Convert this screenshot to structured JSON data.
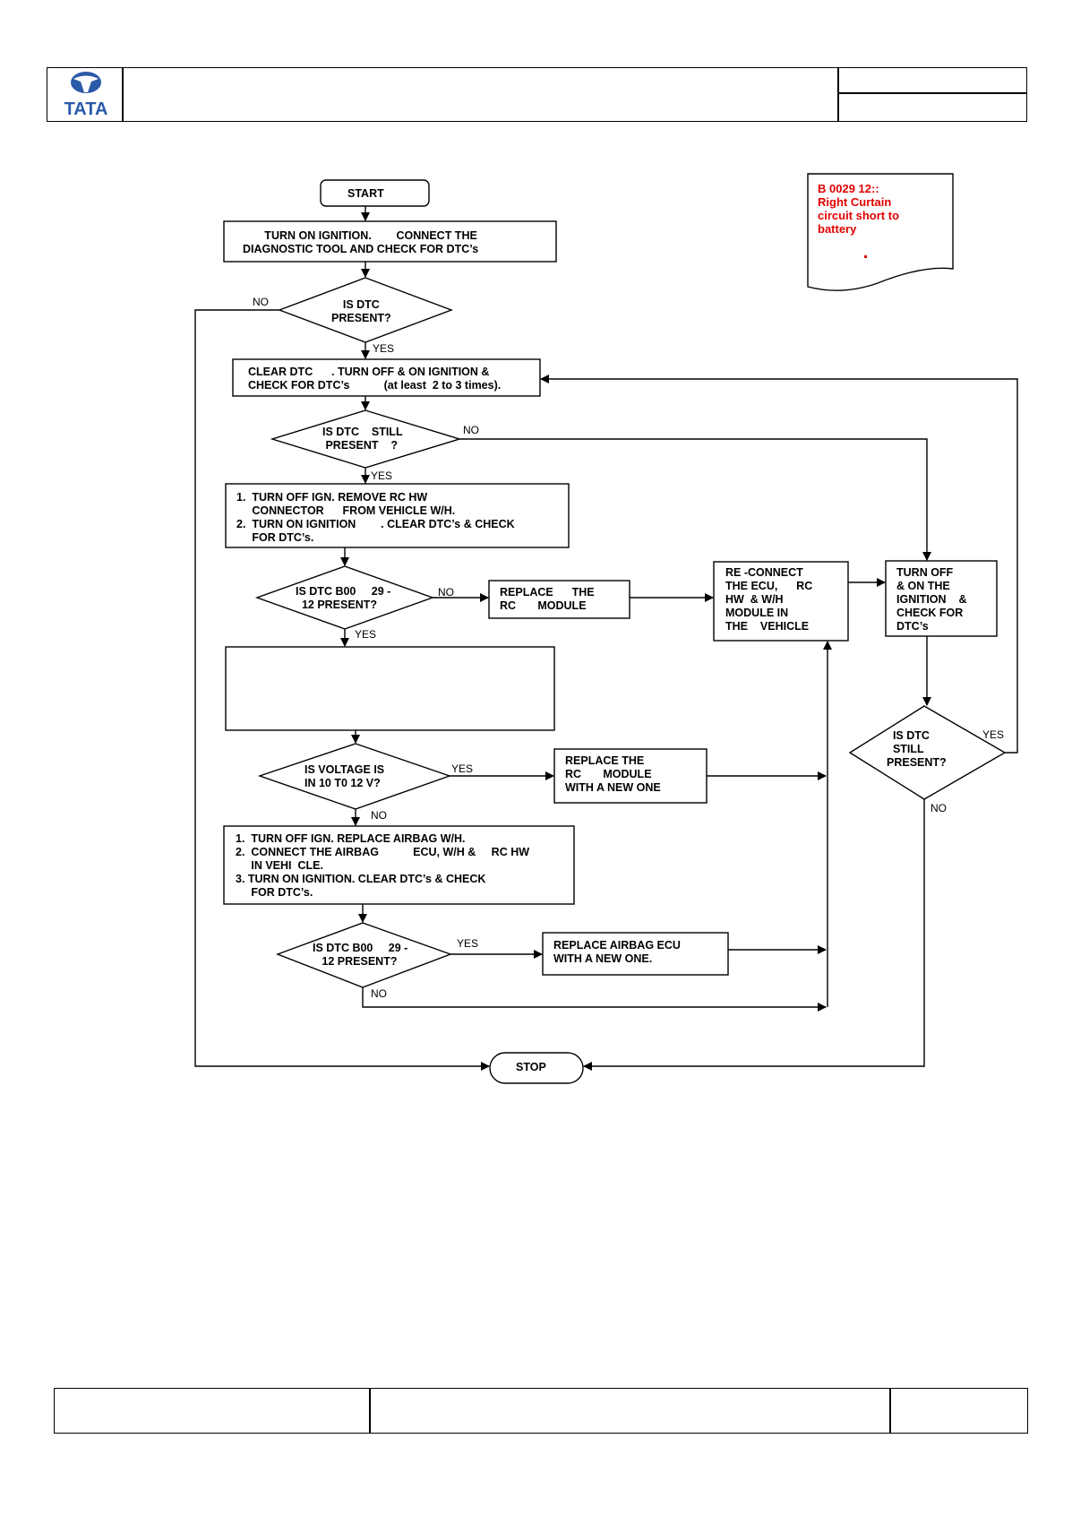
{
  "header": {
    "logo_text": "TATA"
  },
  "note": {
    "lines": [
      "B 0029 12::",
      "Right Curtain",
      "circuit short to",
      "battery"
    ]
  },
  "nodes": {
    "start": "START",
    "n1": "       TURN ON IGNITION.        CONNECT THE\nDIAGNOSTIC TOOL AND CHECK FOR DTC’s",
    "d1": "IS DTC\nPRESENT?",
    "n2": "CLEAR DTC      . TURN OFF & ON IGNITION &\nCHECK FOR DTC’s           (at least  2 to 3 times).",
    "d2": "IS DTC    STILL\n PRESENT    ?",
    "n3": "1.  TURN OFF IGN. REMOVE RC HW\n     CONNECTOR      FROM VEHICLE W/H.\n2.  TURN ON IGNITION        . CLEAR DTC’s & CHECK\n     FOR DTC’s.",
    "d3": "IS DTC B00     29 -\n  12 PRESENT?",
    "n4": "REPLACE      THE\nRC       MODULE",
    "n5": "RE -CONNECT\nTHE ECU,      RC\nHW  & W/H\nMODULE IN\nTHE    VEHICLE",
    "n6": "TURN OFF\n& ON THE\nIGNITION    &\nCHECK FOR\nDTC’s",
    "d4": "IS VOLTAGE IS\nIN 10 T0 12 V?",
    "n8": "REPLACE THE\nRC       MODULE\nWITH A NEW ONE",
    "d5": "  IS DTC\n  STILL\nPRESENT?",
    "n9": "1.  TURN OFF IGN. REPLACE AIRBAG W/H.\n2.  CONNECT THE AIRBAG           ECU, W/H &     RC HW\n     IN VEHI  CLE.\n3. TURN ON IGNITION. CLEAR DTC’s & CHECK\n     FOR DTC’s.",
    "d6": "IS DTC B00     29 -\n   12 PRESENT?",
    "n10": "REPLACE AIRBAG ECU\nWITH A NEW ONE.",
    "stop": "STOP"
  },
  "labels": {
    "no": "NO",
    "yes": "YES"
  },
  "colors": {
    "line": "#000000",
    "note_text": "#e00000",
    "logo_blue": "#2b5aa8"
  }
}
